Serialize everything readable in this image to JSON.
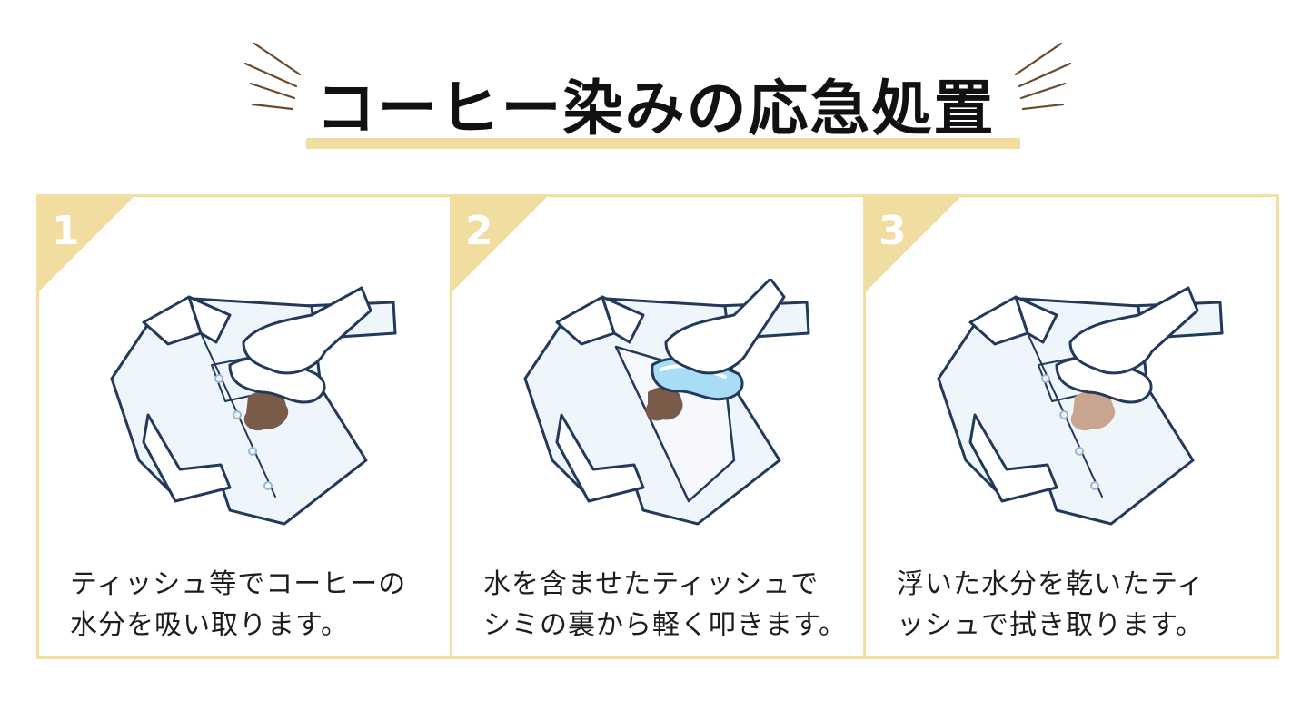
{
  "title": "コーヒー染みの応急処置",
  "colors": {
    "accent": "#f2dda0",
    "border": "#f3df9f",
    "outline": "#23395a",
    "shirt": "#eef6fc",
    "stain_dark": "#7a5a48",
    "stain_light": "#c9a58f",
    "water": "#a9dcf5"
  },
  "steps": [
    {
      "number": "1",
      "caption_lines": [
        "ティッシュ等でコーヒーの",
        "水分を吸い取ります。"
      ],
      "stain": "stain_dark",
      "icon": "shirt-tissue-blot-icon"
    },
    {
      "number": "2",
      "caption_lines": [
        "水を含ませたティッシュで",
        "シミの裏から軽く叩きます。"
      ],
      "stain": "stain_dark",
      "icon": "shirt-wet-tissue-tap-icon"
    },
    {
      "number": "3",
      "caption_lines": [
        "浮いた水分を乾いたティ",
        "ッシュで拭き取ります。"
      ],
      "stain": "stain_light",
      "icon": "shirt-dry-tissue-wipe-icon"
    }
  ]
}
